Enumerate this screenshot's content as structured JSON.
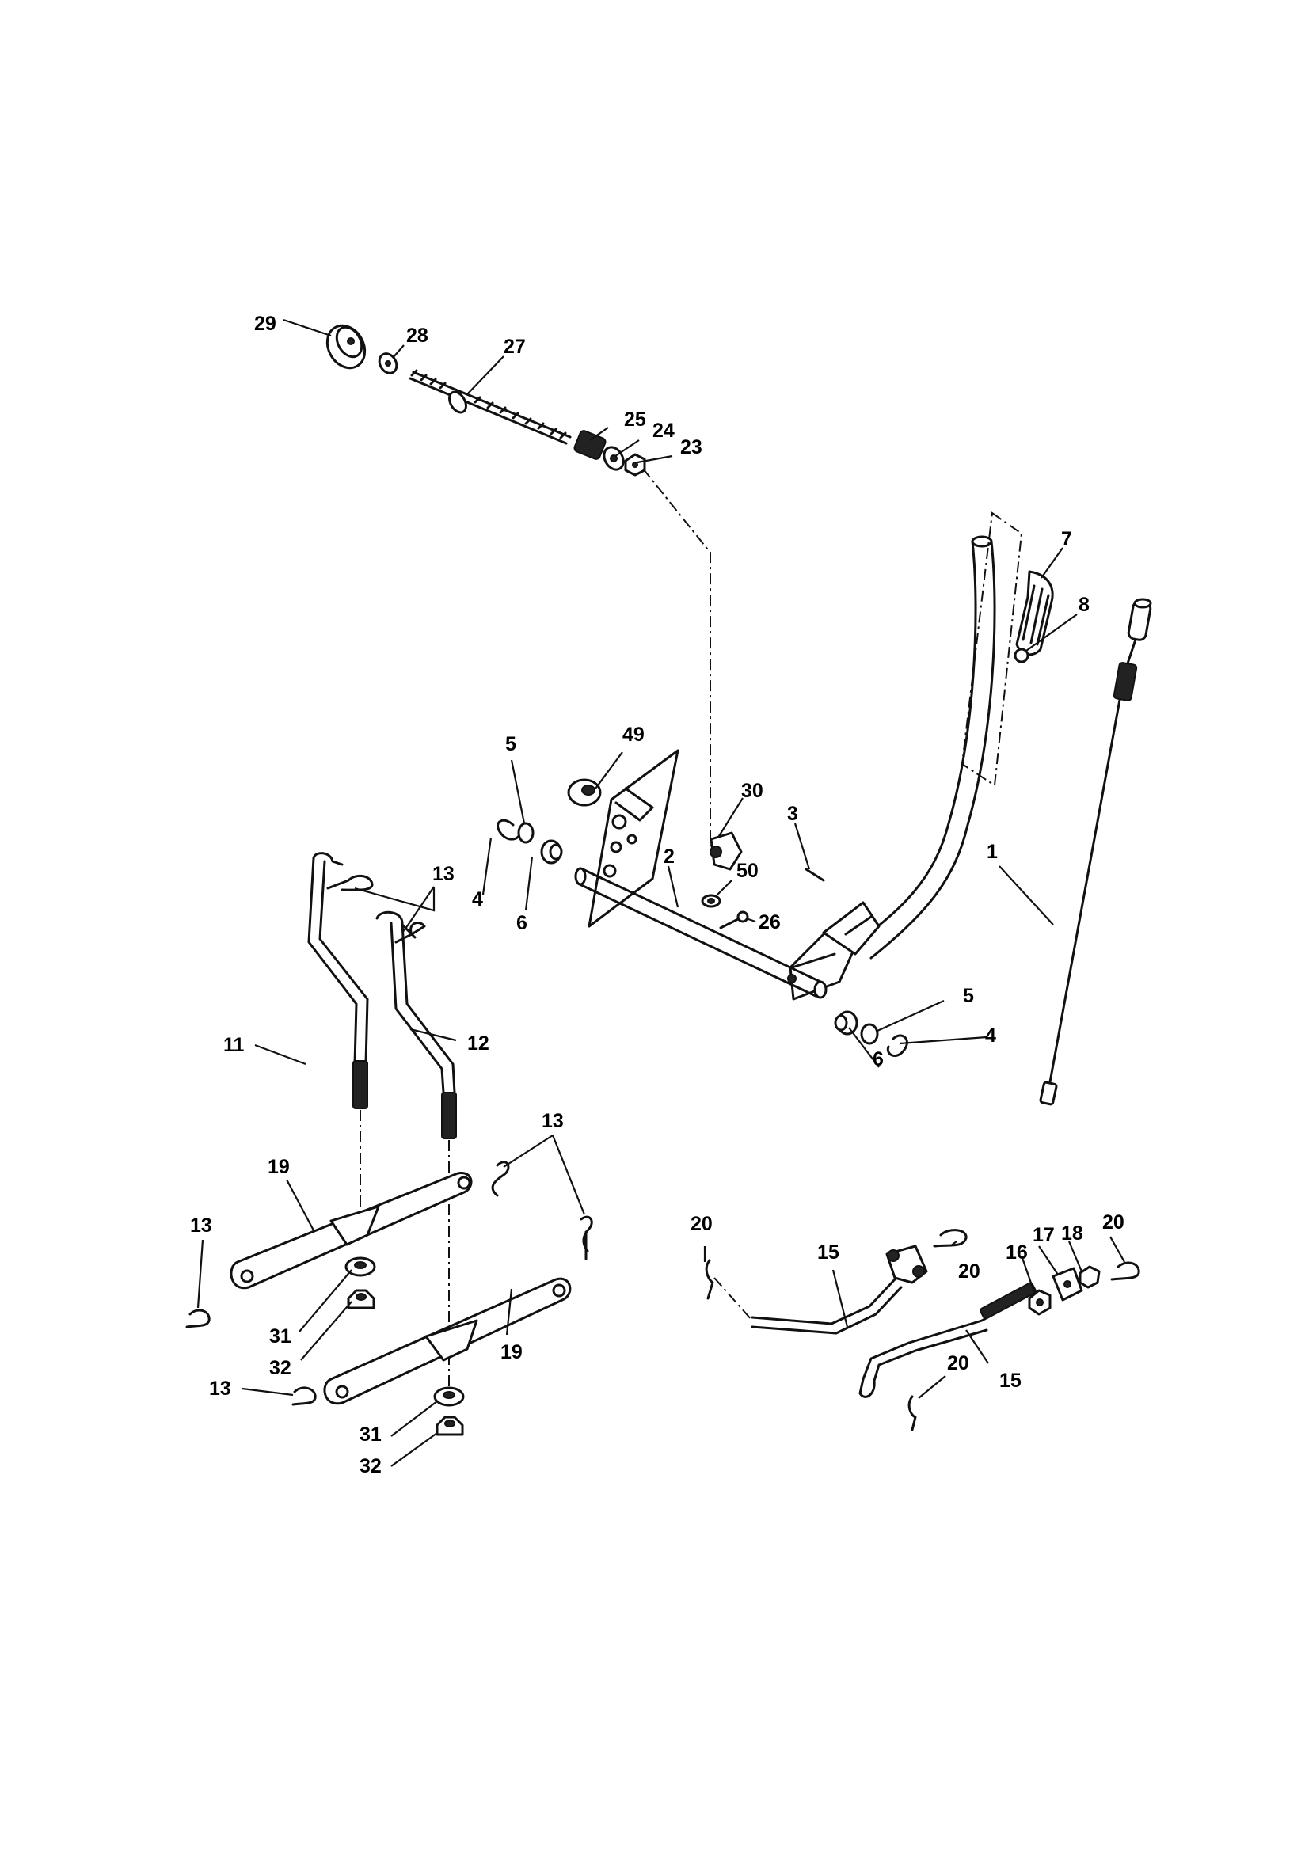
{
  "callouts": [
    {
      "id": "c29a",
      "text": "29"
    },
    {
      "id": "c28a",
      "text": "28"
    },
    {
      "id": "c27a",
      "text": "27"
    },
    {
      "id": "c25a",
      "text": "25"
    },
    {
      "id": "c24a",
      "text": "24"
    },
    {
      "id": "c23a",
      "text": "23"
    },
    {
      "id": "c7a",
      "text": "7"
    },
    {
      "id": "c8a",
      "text": "8"
    },
    {
      "id": "c49a",
      "text": "49"
    },
    {
      "id": "c5a",
      "text": "5"
    },
    {
      "id": "c30a",
      "text": "30"
    },
    {
      "id": "c3a",
      "text": "3"
    },
    {
      "id": "c1a",
      "text": "1"
    },
    {
      "id": "c2a",
      "text": "2"
    },
    {
      "id": "c50a",
      "text": "50"
    },
    {
      "id": "c13a",
      "text": "13"
    },
    {
      "id": "c4a",
      "text": "4"
    },
    {
      "id": "c6a",
      "text": "6"
    },
    {
      "id": "c26a",
      "text": "26"
    },
    {
      "id": "c11a",
      "text": "11"
    },
    {
      "id": "c6b",
      "text": "6"
    },
    {
      "id": "c5b",
      "text": "5"
    },
    {
      "id": "c12a",
      "text": "12"
    },
    {
      "id": "c4b",
      "text": "4"
    },
    {
      "id": "c13b",
      "text": "13"
    },
    {
      "id": "c19a",
      "text": "19"
    },
    {
      "id": "c13c",
      "text": "13"
    },
    {
      "id": "c20a",
      "text": "20"
    },
    {
      "id": "c15a",
      "text": "15"
    },
    {
      "id": "c20b",
      "text": "20"
    },
    {
      "id": "c16a",
      "text": "16"
    },
    {
      "id": "c17a",
      "text": "17"
    },
    {
      "id": "c18a",
      "text": "18"
    },
    {
      "id": "c20c",
      "text": "20"
    },
    {
      "id": "c31a",
      "text": "31"
    },
    {
      "id": "c32a",
      "text": "32"
    },
    {
      "id": "c19b",
      "text": "19"
    },
    {
      "id": "c20d",
      "text": "20"
    },
    {
      "id": "c15b",
      "text": "15"
    },
    {
      "id": "c13d",
      "text": "13"
    },
    {
      "id": "c31b",
      "text": "31"
    },
    {
      "id": "c32b",
      "text": "32"
    }
  ]
}
